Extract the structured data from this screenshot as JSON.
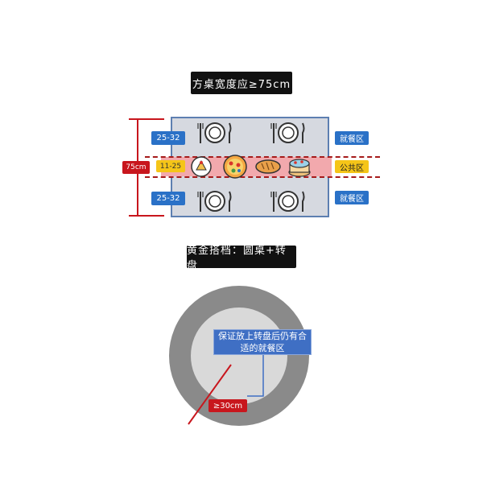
{
  "top_section": {
    "title": "方桌宽度应≥75cm",
    "left_labels": {
      "dining_top": "25-32",
      "public": "11-25",
      "dining_bottom": "25-32",
      "width": "75cm"
    },
    "right_labels": {
      "dining_top": "就餐区",
      "public": "公共区",
      "dining_bottom": "就餐区"
    }
  },
  "bottom_section": {
    "title": "黄金搭档：圆桌+转盘",
    "callout": "保证放上转盘后仍有合适的就餐区",
    "measure_label": "≥30cm"
  },
  "colors": {
    "table_fill": "#d6d9e0",
    "table_border": "#5d7fb1",
    "public_band": "#f2a9ad",
    "accent_red": "#c8161d",
    "tag_blue": "#2a71c7",
    "tag_yellow": "#f5c518",
    "round_table_outer": "#8a8a8a",
    "round_table_inner": "#d9d9d9"
  }
}
